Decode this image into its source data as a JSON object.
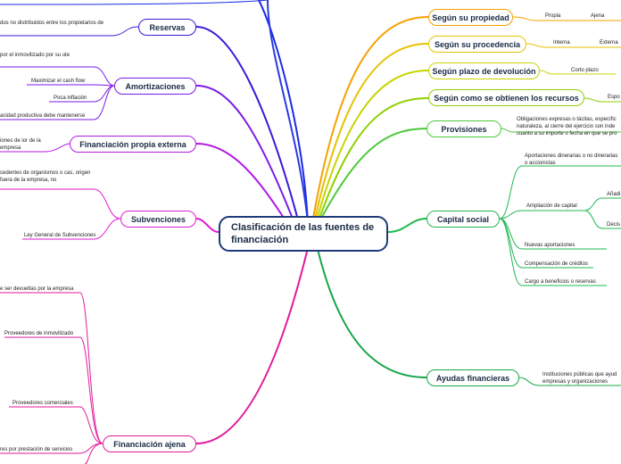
{
  "center": {
    "title": "Clasificación de las fuentes de financiación"
  },
  "right": {
    "propiedad": {
      "label": "Según su propiedad",
      "items": [
        "Propia",
        "Ajena"
      ]
    },
    "procedencia": {
      "label": "Según su procedencia",
      "items": [
        "Interna",
        "Externa"
      ]
    },
    "plazo": {
      "label": "Según plazo de devolución",
      "items": [
        "Corto plazo"
      ]
    },
    "recursos": {
      "label": "Según como se obtienen los recursos",
      "items": [
        "Espo"
      ]
    },
    "provisiones": {
      "label": "Provisiones",
      "text": "Obligaciones expresas o tácitas, específic naturaleza, al cierre del ejercicio son inde cuanto a su importe o fecha en que se pro"
    },
    "capital": {
      "label": "Capital social",
      "aportaciones": "Aportaciones dinerarias o no dinerarias o accionistas",
      "ampliacion": "Ampliación de capital",
      "ampliacion_items": [
        "Añadi",
        "Decis"
      ],
      "items": [
        "Nuevas aportaciones",
        "Compensación de créditos",
        "Cargo a beneficios o reservas"
      ]
    },
    "ayudas": {
      "label": "Ayudas financieras",
      "text": "Instituciones públicas que ayud empresas y organizaciones"
    }
  },
  "left": {
    "reservas": {
      "label": "Reservas",
      "text": "dos no distribuidos entre los propietarios de"
    },
    "amortizaciones": {
      "label": "Amortizaciones",
      "items": [
        "por el inmovilizado por su ute",
        "Maximizar el cash flow",
        "Poca inflación",
        "acidad productiva debe mantenerse"
      ]
    },
    "fin_propia_externa": {
      "label": "Financiación propia externa",
      "text": "iones de ior de la empresa"
    },
    "subvenciones": {
      "label": "Subvenciones",
      "items": [
        "cedentes de organismos o cas, origen fuera de la empresa, no",
        "Ley General de Subvenciones"
      ]
    },
    "fin_ajena": {
      "label": "Financiación ajena",
      "items": [
        "e ser devueltas por la empresa",
        "Proveedores de inmovilizado",
        "Proveedores comerciales",
        "res por prestación de servicios"
      ]
    }
  },
  "colors": {
    "center_border": "#1e3a7a",
    "propiedad": "#f5a100",
    "procedencia": "#e6c200",
    "plazo": "#c8d400",
    "recursos": "#8fd100",
    "provisiones": "#4cc93a",
    "capital": "#1fb84e",
    "ayudas": "#1aa54a",
    "reservas": "#3a1ad6",
    "amortizaciones": "#7a1ae6",
    "fin_propia_externa": "#b31ae0",
    "subvenciones": "#e01ad1",
    "fin_ajena": "#e01a9a",
    "top_blue": "#1a2ae6"
  }
}
